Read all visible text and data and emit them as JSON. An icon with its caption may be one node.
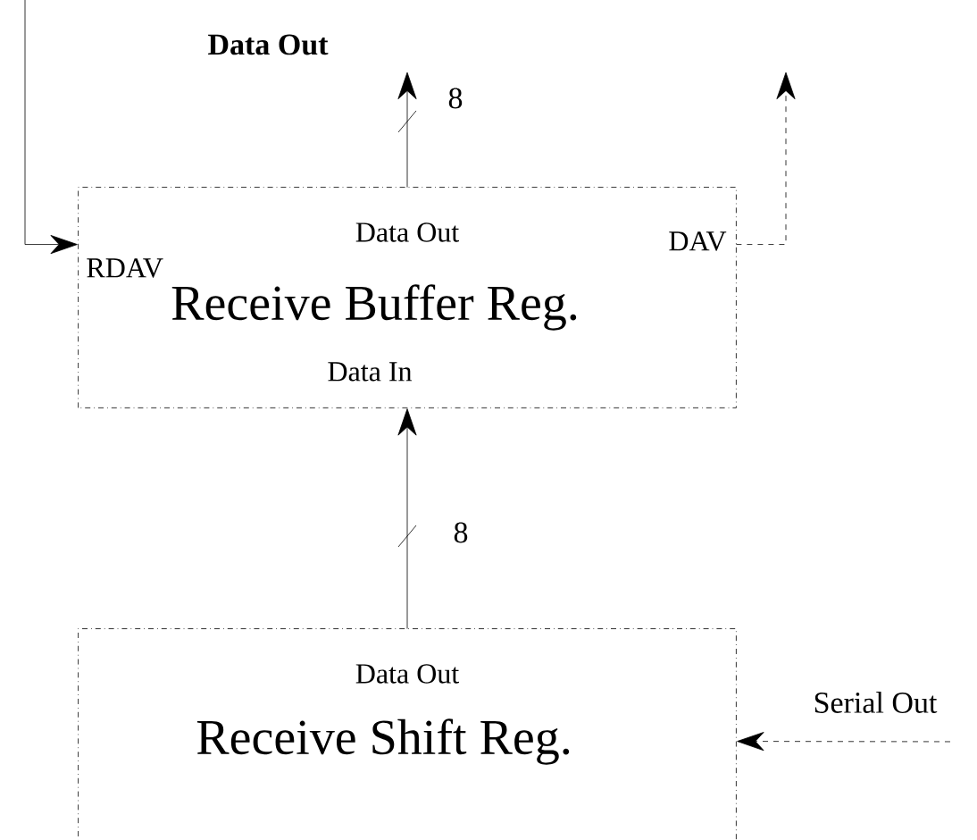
{
  "diagram": {
    "nodes": [
      {
        "text": [
          "RDAV",
          "Data Out",
          "DAV",
          "Receive Buffer Reg.",
          "Data In"
        ]
      },
      {
        "text": [
          "Data Out",
          "Receive Shift Reg."
        ]
      }
    ],
    "edges": [
      {
        "from": 0,
        "to": null,
        "arrow": "to",
        "label": "8"
      },
      {
        "from": null,
        "to": 0,
        "arrow": "to"
      },
      {
        "from": 0,
        "to": null,
        "arrow": "to",
        "style": "dashed"
      },
      {
        "from": 1,
        "to": 0,
        "arrow": "to",
        "label": "8"
      },
      {
        "from": null,
        "to": 1,
        "arrow": "to",
        "style": "dashed",
        "label": "Serial Out"
      }
    ],
    "labels": [
      "Data Out"
    ]
  }
}
